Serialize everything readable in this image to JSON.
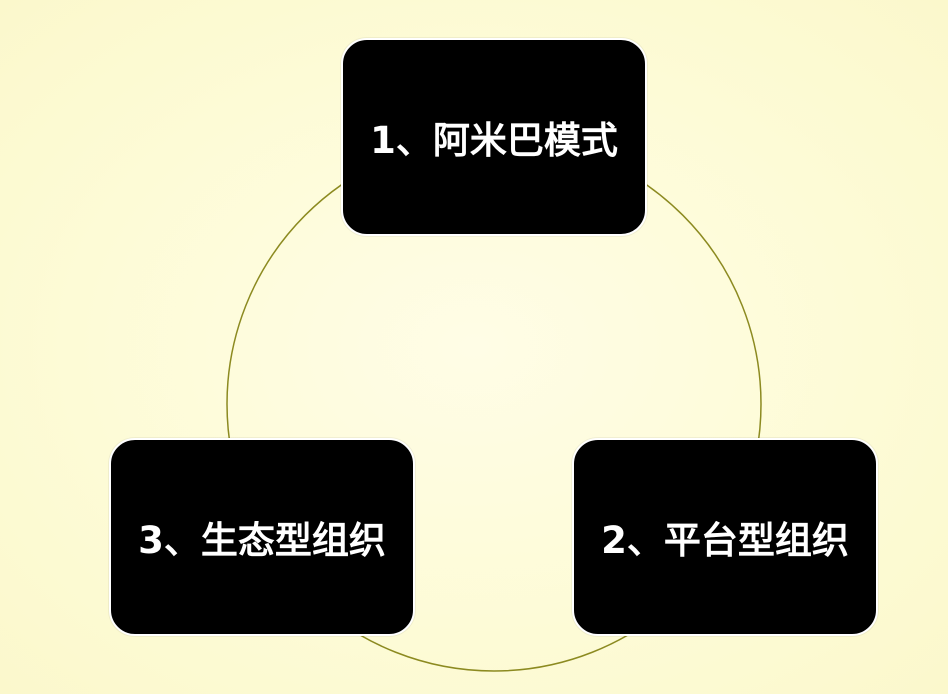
{
  "diagram": {
    "ring_color": "#8c8a20",
    "nodes": [
      {
        "label": "1、阿米巴模式"
      },
      {
        "label": "2、平台型组织"
      },
      {
        "label": "3、生态型组织"
      }
    ]
  }
}
